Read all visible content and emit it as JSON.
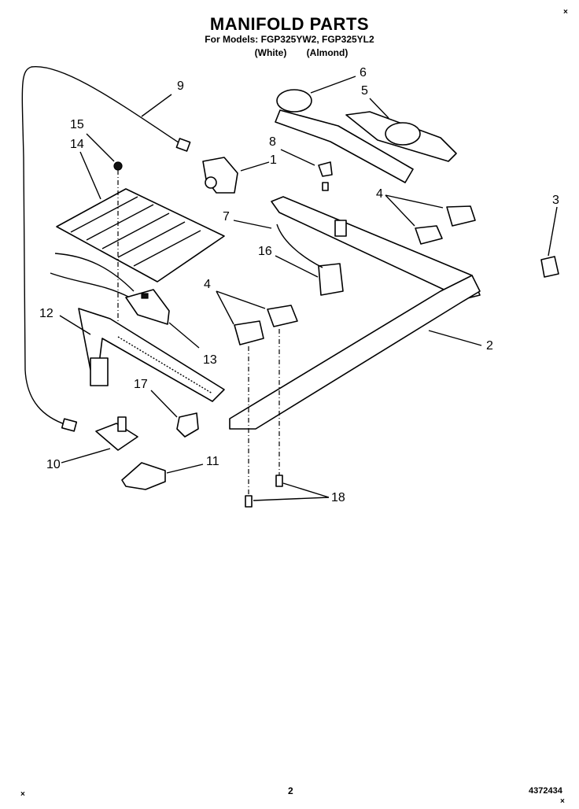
{
  "header": {
    "title": "MANIFOLD PARTS",
    "models_line": "For Models: FGP325YW2, FGP325YL2",
    "variant_white": "(White)",
    "variant_almond": "(Almond)"
  },
  "callouts": [
    "9",
    "6",
    "5",
    "15",
    "14",
    "8",
    "1",
    "4",
    "3",
    "7",
    "16",
    "4",
    "12",
    "13",
    "2",
    "17",
    "10",
    "11",
    "18"
  ],
  "footer": {
    "page_number": "2",
    "doc_number": "4372434"
  },
  "marks": {
    "top_right": "×",
    "bottom_left": "×",
    "bottom_right": "×"
  }
}
